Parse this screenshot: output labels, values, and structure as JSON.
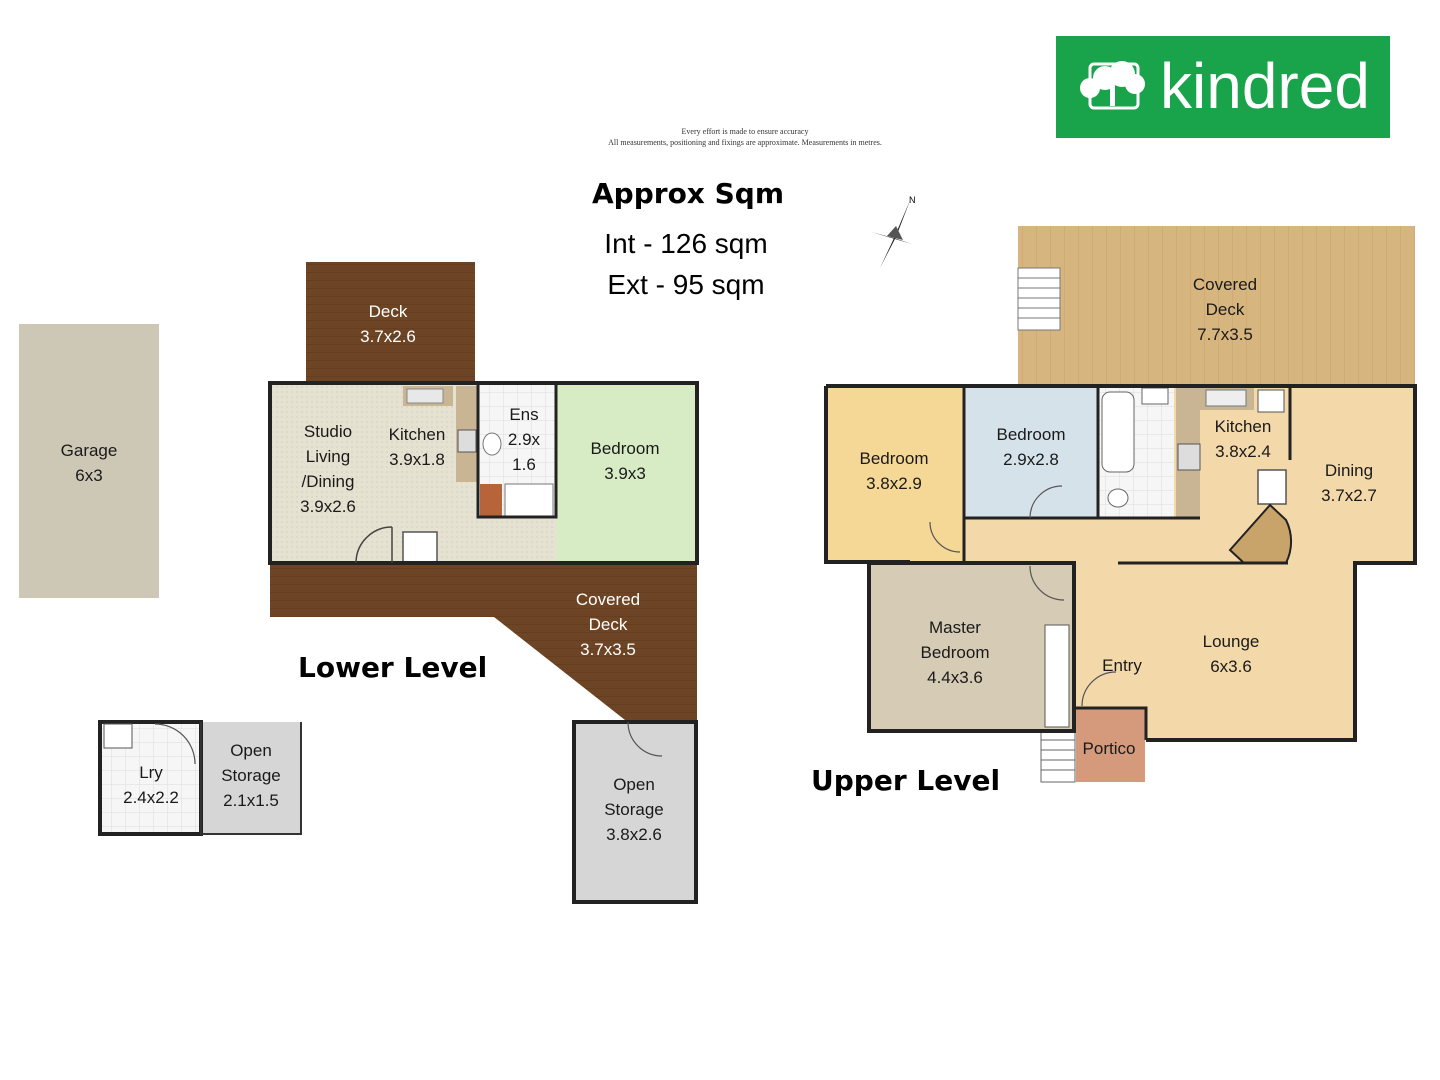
{
  "brand": {
    "name": "kindred",
    "color": "#19a34a"
  },
  "disclaimer": {
    "line1": "Every effort is made to ensure accuracy",
    "line2": "All measurements, positioning and fixings are approximate. Measurements in metres."
  },
  "area": {
    "heading": "Approx Sqm",
    "internal": "Int - 126 sqm",
    "external": "Ext - 95 sqm"
  },
  "compass": {
    "north": "N"
  },
  "levels": {
    "lower": "Lower Level",
    "upper": "Upper Level"
  },
  "rooms": {
    "garage": {
      "name": "Garage",
      "size": "6x3"
    },
    "lower_deck": {
      "name": "Deck",
      "size": "3.7x2.6"
    },
    "studio": {
      "l1": "Studio",
      "l2": "Living",
      "l3": "/Dining",
      "size": "3.9x2.6"
    },
    "lower_kitchen": {
      "name": "Kitchen",
      "size": "3.9x1.8"
    },
    "ens": {
      "name": "Ens",
      "l2": "2.9x",
      "l3": "1.6"
    },
    "lower_bedroom": {
      "name": "Bedroom",
      "size": "3.9x3"
    },
    "lower_covered_deck": {
      "l1": "Covered",
      "l2": "Deck",
      "size": "3.7x3.5"
    },
    "lry": {
      "name": "Lry",
      "size": "2.4x2.2"
    },
    "open_storage_small": {
      "l1": "Open",
      "l2": "Storage",
      "size": "2.1x1.5"
    },
    "open_storage_large": {
      "l1": "Open",
      "l2": "Storage",
      "size": "3.8x2.6"
    },
    "upper_covered_deck": {
      "l1": "Covered",
      "l2": "Deck",
      "size": "7.7x3.5"
    },
    "upper_bedroom_1": {
      "name": "Bedroom",
      "size": "3.8x2.9"
    },
    "upper_bedroom_2": {
      "name": "Bedroom",
      "size": "2.9x2.8"
    },
    "upper_kitchen": {
      "name": "Kitchen",
      "size": "3.8x2.4"
    },
    "dining": {
      "name": "Dining",
      "size": "3.7x2.7"
    },
    "master": {
      "l1": "Master",
      "l2": "Bedroom",
      "size": "4.4x3.6"
    },
    "entry": {
      "name": "Entry"
    },
    "lounge": {
      "name": "Lounge",
      "size": "6x3.6"
    },
    "portico": {
      "name": "Portico"
    }
  },
  "colors": {
    "garage": "#cdc8b6",
    "deck": "#6e4524",
    "studio": "#e6e2d2",
    "bedroom_green": "#d7ecc4",
    "storage": "#d6d6d6",
    "upper_deck": "#d7b57e",
    "bedroom_yellow": "#f5d796",
    "bedroom_blue": "#d6e2ea",
    "living": "#f3d8aa",
    "master": "#d6cbb5",
    "portico": "#d59a7c"
  }
}
